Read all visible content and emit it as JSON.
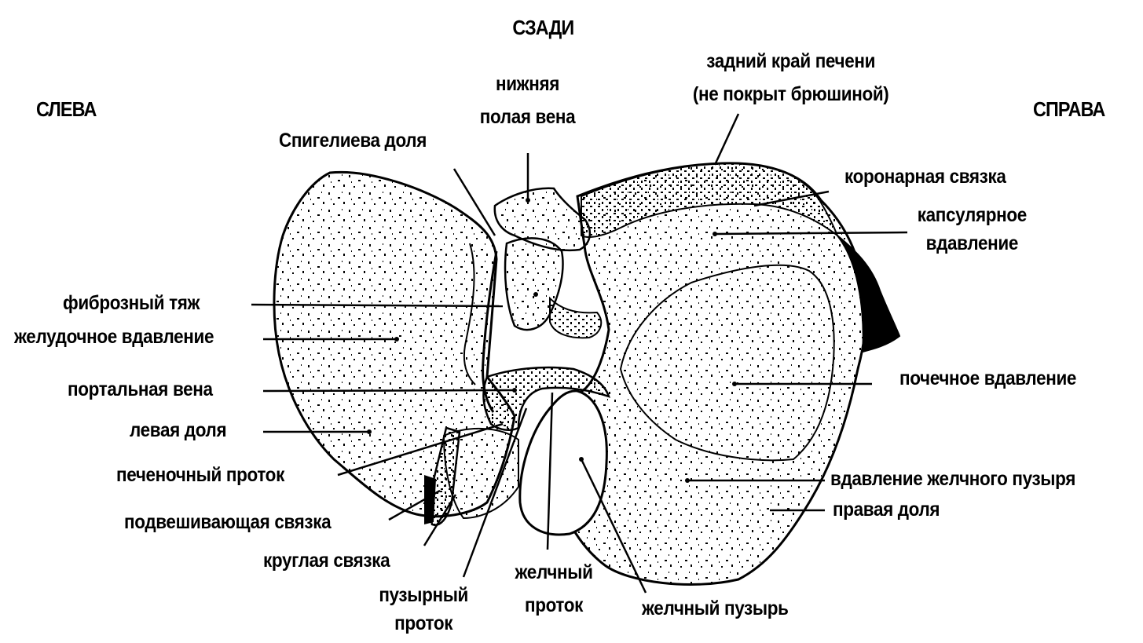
{
  "orientation": {
    "back": "СЗАДИ",
    "left": "СЛЕВА",
    "right": "СПРАВА"
  },
  "labels": {
    "inferior_vena_cava": "нижняя\nполая вена",
    "posterior_edge": "задний край печени\n(не покрыт брюшиной)",
    "caudate_lobe": "Спигелиева доля",
    "coronary_ligament": "коронарная связка",
    "capsular_impression": "капсулярное\nвдавление",
    "fibrous_cord": "фиброзный тяж",
    "gastric_impression": "желудочное вдавление",
    "portal_vein": "портальная вена",
    "renal_impression": "почечное вдавление",
    "left_lobe": "левая доля",
    "hepatic_duct": "печеночный проток",
    "gallbladder_impression": "вдавление желчного пузыря",
    "right_lobe": "правая доля",
    "falciform_ligament": "подвешивающая связка",
    "round_ligament": "круглая связка",
    "cystic_duct": "пузырный\nпроток",
    "bile_duct": "желчный\nпроток",
    "gallbladder": "желчный пузырь"
  }
}
